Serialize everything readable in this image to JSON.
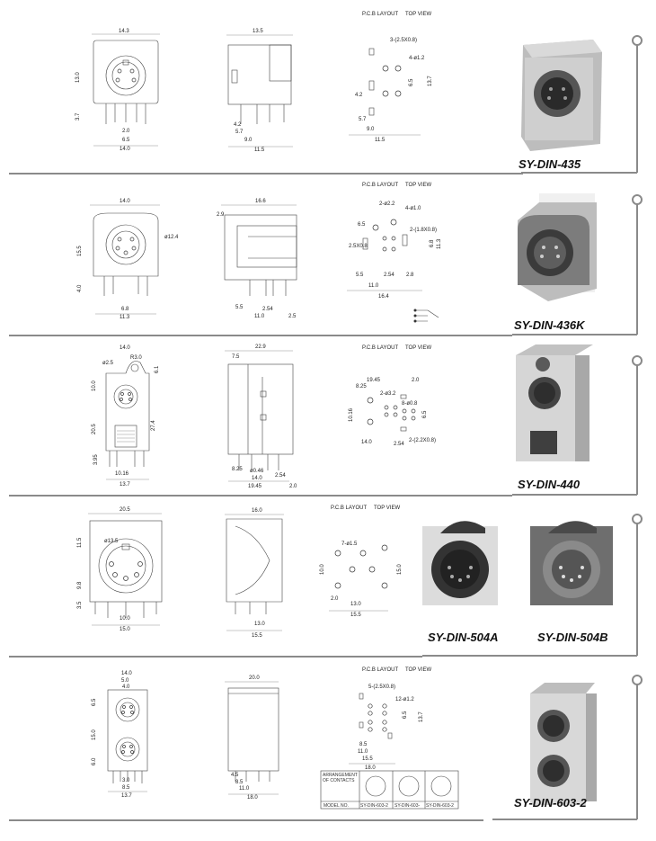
{
  "header": {
    "pcb_layout": "P.C.B LAYOUT",
    "top_view": "TOP VIEW"
  },
  "rows": [
    {
      "model": "SY-DIN-435",
      "front_dims": [
        "14.3",
        "13.0",
        "3.7",
        "2.0",
        "6.5",
        "14.0"
      ],
      "side_dims": [
        "13.5",
        "4.2",
        "5.7",
        "9.0",
        "11.5"
      ],
      "pcb_dims": [
        "3-(2.5X0.8)",
        "4-ø1.2",
        "6.5",
        "13.7",
        "4.2",
        "5.7",
        "9.0",
        "11.5"
      ]
    },
    {
      "model": "SY-DIN-436K",
      "front_dims": [
        "14.0",
        "ø12.4",
        "15.5",
        "4.0",
        "6.8",
        "11.3"
      ],
      "side_dims": [
        "16.6",
        "2.9",
        "5.5",
        "2.54",
        "11.0",
        "2.5"
      ],
      "pcb_dims": [
        "2-ø2.2",
        "4-ø1.0",
        "6.5",
        "2-(1.8X0.8)",
        "2.5X0.8",
        "6.8",
        "11.3",
        "5.5",
        "2.54",
        "2.8",
        "11.0",
        "16.4"
      ]
    },
    {
      "model": "SY-DIN-440",
      "front_dims": [
        "14.0",
        "ø2.5",
        "R3.0",
        "6.1",
        "10.0",
        "20.5",
        "27.4",
        "3.95",
        "10.16",
        "13.7"
      ],
      "side_dims": [
        "22.9",
        "7.5",
        "8.25",
        "ø0.46",
        "14.0",
        "2.54",
        "19.45",
        "2.0"
      ],
      "pcb_dims": [
        "19.45",
        "2.0",
        "8.25",
        "2-ø3.2",
        "8-ø0.8",
        "10.16",
        "14.0",
        "2-(2.2X0.8)",
        "2.54",
        "6.5"
      ]
    },
    {
      "models": [
        "SY-DIN-504A",
        "SY-DIN-504B"
      ],
      "front_dims": [
        "20.5",
        "ø13.5",
        "11.5",
        "9.8",
        "3.5",
        "10.0",
        "15.0"
      ],
      "side_dims": [
        "16.0",
        "13.0",
        "15.5"
      ],
      "pcb_dims": [
        "7-ø1.5",
        "10.0",
        "15.0",
        "2.0",
        "13.0",
        "15.5"
      ]
    },
    {
      "model": "SY-DIN-603-2",
      "front_dims": [
        "14.0",
        "5.0",
        "4.0",
        "6.5",
        "15.0",
        "6.0",
        "3.0",
        "8.5",
        "13.7"
      ],
      "side_dims": [
        "20.0",
        "4.5",
        "8.5",
        "11.0",
        "18.0"
      ],
      "pcb_dims": [
        "5-(2.5X0.8)",
        "12-ø1.2",
        "6.5",
        "13.7",
        "8.5",
        "11.0",
        "15.5",
        "18.0"
      ],
      "table": {
        "row1_label": "ARRANGEMENT OF CONTACTS",
        "row2_label": "MODEL NO.",
        "models": [
          "SY-DIN-603-2",
          "SY-DIN-603-",
          "SY-DIN-603-2"
        ]
      }
    }
  ]
}
